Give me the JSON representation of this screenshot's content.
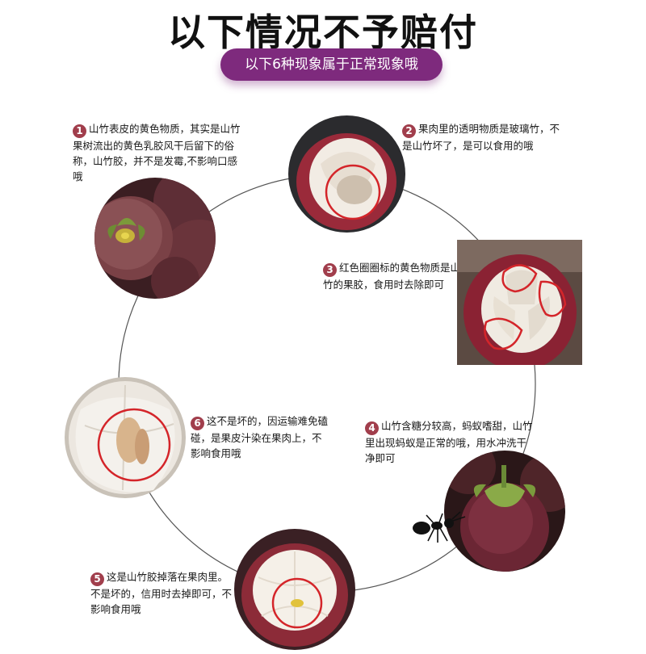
{
  "header": {
    "title": "以下情况不予赔付",
    "subtitle": "以下6种现象属于正常现象哦"
  },
  "colors": {
    "accent": "#7e2a7d",
    "number_badge": "#a13e4c",
    "circle_mark": "#d4252a",
    "ring": "#555555"
  },
  "items": [
    {
      "num": "1",
      "text": "山竹表皮的黄色物质，其实是山竹果树流出的黄色乳胶风干后留下的俗称，山竹胶，并不是发霉,不影响口感哦"
    },
    {
      "num": "2",
      "text": "果肉里的透明物质是玻璃竹，不是山竹坏了，是可以食用的哦"
    },
    {
      "num": "3",
      "text": "红色圈圈标的黄色物质是山竹的果胶，食用时去除即可"
    },
    {
      "num": "4",
      "text": "山竹含糖分较高，蚂蚁嗜甜，山竹里出现蚂蚁是正常的哦，用水冲洗干净即可"
    },
    {
      "num": "5",
      "text": "这是山竹胶掉落在果肉里。不是坏的，信用时去掉即可，不影响食用哦"
    },
    {
      "num": "6",
      "text": "这不是坏的，因运输难免磕碰，是果皮汁染在果肉上，不影响食用哦"
    }
  ]
}
